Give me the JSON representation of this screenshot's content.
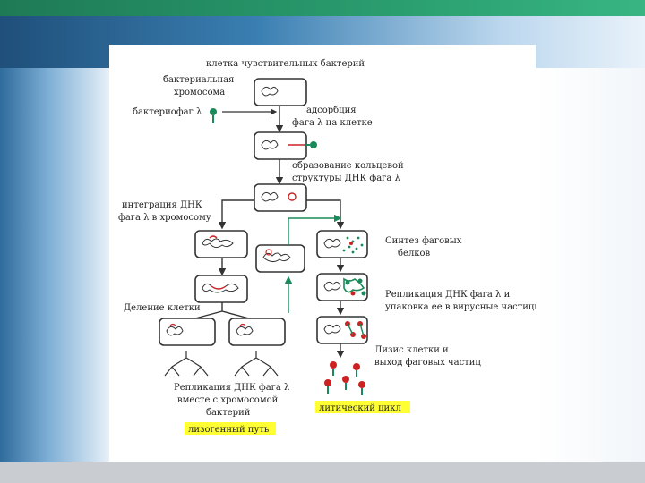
{
  "diagram": {
    "labels": {
      "sensitive_cell": "клетка чувствительных бактерий",
      "bact_chromosome_1": "бактериальная",
      "bact_chromosome_2": "хромосома",
      "bacteriophage": "бактериофаг λ",
      "adsorption_1": "адсорбция",
      "adsorption_2": "фага λ на клетке",
      "ring_1": "образование кольцевой",
      "ring_2": "структуры ДНК фага λ",
      "integration_1": "интеграция ДНК",
      "integration_2": "фага λ в хромосому",
      "synthesis_1": "Синтез фаговых",
      "synthesis_2": "белков",
      "division": "Деление клетки",
      "replication_pack_1": "Репликация ДНК фага λ и",
      "replication_pack_2": "упаковка ее в вирусные частицы",
      "lysis_1": "Лизис клетки и",
      "lysis_2": "выход фаговых частиц",
      "lyso_replication_1": "Репликация ДНК фага λ",
      "lyso_replication_2": "вместе с хромосомой",
      "lyso_replication_3": "бактерий",
      "lytic_cycle": "литический цикл",
      "lysogenic_path": "лизогенный путь"
    },
    "colors": {
      "cell_outline": "#333333",
      "phage_green": "#1a8a5a",
      "phage_red": "#cc2222",
      "highlight": "#ffff33",
      "top_green": "#2a9d6f",
      "band_blue": "#3a7fb2"
    }
  }
}
